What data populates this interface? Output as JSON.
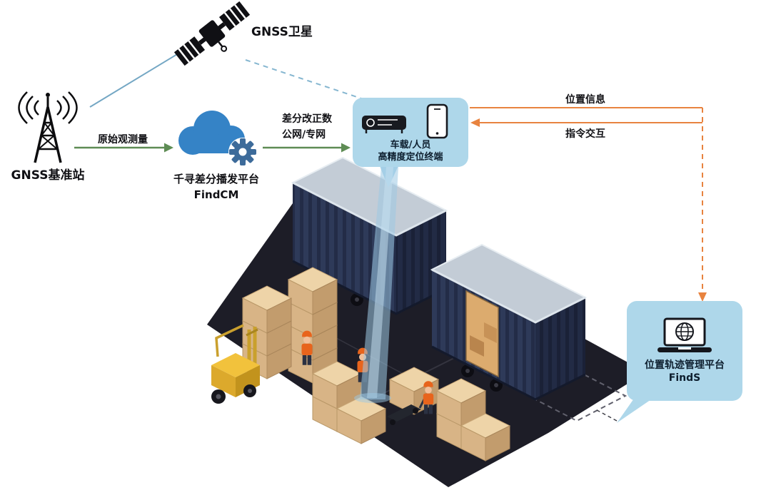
{
  "nodes": {
    "satellite": {
      "label": "GNSS卫星"
    },
    "base_station": {
      "label": "GNSS基准站"
    },
    "cloud": {
      "line1": "千寻差分播发平台",
      "line2": "FindCM"
    },
    "terminal": {
      "line1": "车载/人员",
      "line2": "高精度定位终端"
    },
    "platform": {
      "line1": "位置轨迹管理平台",
      "line2": "FindS"
    }
  },
  "edges": {
    "station_to_cloud": {
      "label": "原始观测量"
    },
    "cloud_to_terminal": {
      "line1": "差分改正数",
      "line2": "公网/专网"
    },
    "terminal_to_platform": {
      "label": "位置信息"
    },
    "platform_to_terminal": {
      "label": "指令交互"
    }
  },
  "colors": {
    "node_box_bg": "#aed7ea",
    "arrow_green": "#5e8c54",
    "arrow_orange": "#e8833f",
    "line_blue": "#74a7c4",
    "cloud_blue": "#3583c6",
    "gear_blue": "#3d6b9a",
    "container_navy": "#2e3a59",
    "container_top": "#c3ccd6",
    "box_tan": "#d8b486",
    "forklift_yellow": "#f2c23c",
    "floor_dark": "#1d1d27",
    "beam_blue": "#9cc8e4",
    "text": "#101014"
  }
}
